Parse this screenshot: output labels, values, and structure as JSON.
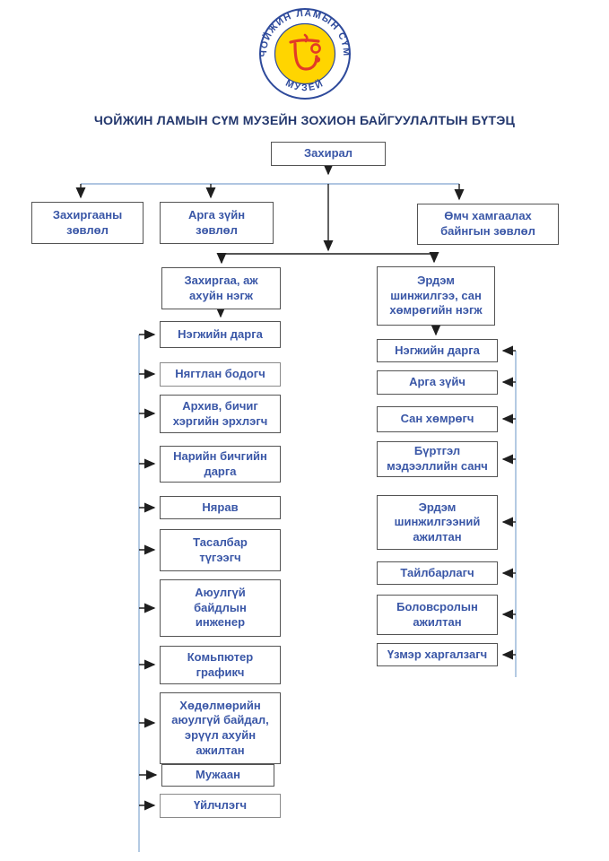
{
  "title": "ЧОЙЖИН ЛАМЫН СҮМ МУЗЕЙН ЗОХИОН БАЙГУУЛАЛТЫН БҮТЭЦ",
  "logo": {
    "arc_top": "ЧОЙЖИН ЛАМЫН СҮМ",
    "arc_bottom": "МУЗЕЙ",
    "symbol": "soyombo-seed-syllable"
  },
  "org": {
    "director": "Захирал",
    "councils": [
      {
        "label": "Захиргааны зөвлөл"
      },
      {
        "label": "Арга зүйн зөвлөл"
      },
      {
        "label": "Өмч хамгаалах байнгын зөвлөл"
      }
    ],
    "left_branch": {
      "header": "Захиргаа, аж ахуйн нэгж",
      "positions": [
        {
          "label": "Нэгжийн дарга"
        },
        {
          "label": "Нягтлан бодогч"
        },
        {
          "label": "Архив, бичиг хэргийн эрхлэгч"
        },
        {
          "label": "Нарийн бичгийн дарга"
        },
        {
          "label": "Нярав"
        },
        {
          "label": "Тасалбар түгээгч"
        },
        {
          "label": "Аюулгүй байдлын инженер"
        },
        {
          "label": "Комьпютер графикч"
        },
        {
          "label": "Хөдөлмөрийн аюулгүй байдал, эрүүл ахуйн ажилтан"
        },
        {
          "label": "Мужаан"
        },
        {
          "label": "Үйлчлэгч"
        }
      ]
    },
    "right_branch": {
      "header": "Эрдэм шинжилгээ, сан хөмрөгийн нэгж",
      "positions": [
        {
          "label": "Нэгжийн дарга"
        },
        {
          "label": "Арга зүйч"
        },
        {
          "label": "Сан хөмрөгч"
        },
        {
          "label": "Бүртгэл мэдээллийн санч"
        },
        {
          "label": "Эрдэм шинжилгээний ажилтан"
        },
        {
          "label": "Тайлбарлагч"
        },
        {
          "label": "Боловсролын ажилтан"
        },
        {
          "label": "Үзмэр харгалзагч"
        }
      ]
    }
  },
  "colors": {
    "box_text": "#3a57a7",
    "title_text": "#24386e",
    "rail_blue": "#95b3d7",
    "arrow_black": "#1f1f1f",
    "logo_blue": "#2e4a9b",
    "logo_yellow": "#ffd500",
    "logo_red": "#e23b27"
  }
}
